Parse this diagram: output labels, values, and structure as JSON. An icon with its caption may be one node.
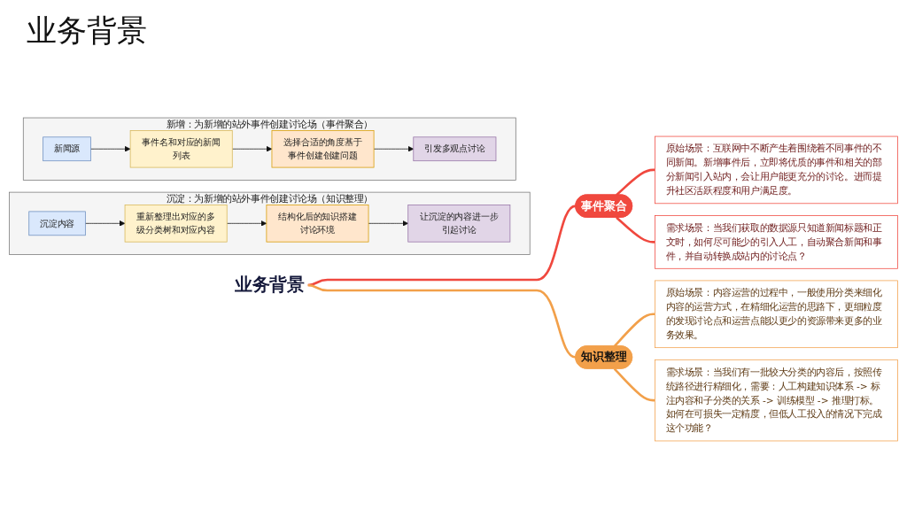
{
  "diagram": {
    "title": "业务背景",
    "nodes": [
      {
        "text": [
          "新增：为新增的站外事件创建讨论场（事件聚合）"
        ]
      },
      {
        "text": [
          "新闻源"
        ],
        "in": 0
      },
      {
        "text": [
          "事件名和对应的新闻列表"
        ],
        "in": 0
      },
      {
        "text": [
          "选择合适的角度基于事件创建创建问题"
        ],
        "in": 0
      },
      {
        "text": [
          "引发多观点讨论"
        ],
        "in": 0
      },
      {
        "text": [
          "沉淀：为新增的站外事件创建讨论场（知识整理）"
        ]
      },
      {
        "text": [
          "沉淀内容"
        ],
        "in": 5
      },
      {
        "text": [
          "重新整理出对应的多级分类树和对应内容"
        ],
        "in": 5
      },
      {
        "text": [
          "结构化后的知识搭建讨论环境"
        ],
        "in": 5
      },
      {
        "text": [
          "让沉淀的内容进一步引起讨论"
        ],
        "in": 5
      },
      {
        "text": [
          "业务背景"
        ]
      },
      {
        "text": [
          "事件聚合"
        ]
      },
      {
        "text": [
          "原始场景：互联网中不断产生着围绕着不同事件的不同新闻。新增事件后，立即将优质的事件和相关的部分新闻引入站内，会让用户能更充分的讨论。进而提升社区活跃程度和用户满足度。"
        ]
      },
      {
        "text": [
          "需求场景：当我们获取的数据源只知道新闻标题和正文时，如何尽可能少的引入人工，自动聚合新闻和事件，并自动转换成站内的讨论点？"
        ]
      },
      {
        "text": [
          "知识整理"
        ]
      },
      {
        "text": [
          "原始场景：内容运营的过程中，一般使用分类来细化内容的运营方式，在精细化运营的思路下，更细粒度的发现讨论点和运营点能以更少的资源带来更多的业务效果。"
        ]
      },
      {
        "text": [
          "需求场景：当我们有一批较大分类的内容后，按照传统路径进行精细化，需要：人工构建知识体系 -> 标注内容和子分类的关系 -> 训练模型 -> 推理打标。如何在可损失一定精度，但低人工投入的情况下完成这个功能？"
        ]
      }
    ],
    "edges": [
      {
        "from": 1,
        "to": 2,
        "arrow": "to"
      },
      {
        "from": 2,
        "to": 3,
        "arrow": "to"
      },
      {
        "from": 3,
        "to": 4,
        "arrow": "to"
      },
      {
        "from": 6,
        "to": 7,
        "arrow": "to"
      },
      {
        "from": 7,
        "to": 8,
        "arrow": "to"
      },
      {
        "from": 8,
        "to": 9,
        "arrow": "to"
      },
      {
        "from": 10,
        "to": 11,
        "arrow": "none",
        "style": "thick",
        "color": "#f0483e"
      },
      {
        "from": 11,
        "to": 12,
        "arrow": "none",
        "style": "thick",
        "color": "#f0483e"
      },
      {
        "from": 11,
        "to": 13,
        "arrow": "none",
        "style": "thick",
        "color": "#f0483e"
      },
      {
        "from": 10,
        "to": 14,
        "arrow": "none",
        "style": "thick",
        "color": "#f2a04a"
      },
      {
        "from": 14,
        "to": 15,
        "arrow": "none",
        "style": "thick",
        "color": "#f2a04a"
      },
      {
        "from": 14,
        "to": 16,
        "arrow": "none",
        "style": "thick",
        "color": "#f2a04a"
      }
    ]
  }
}
